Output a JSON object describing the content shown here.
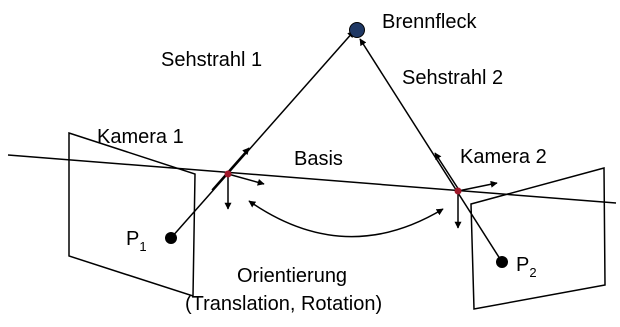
{
  "labels": {
    "brennfleck": "Brennfleck",
    "sehstrahl_1": "Sehstrahl 1",
    "sehstrahl_2": "Sehstrahl 2",
    "kamera_1": "Kamera 1",
    "kamera_2": "Kamera 2",
    "basis": "Basis",
    "p1_main": "P",
    "p1_sub": "1",
    "p2_main": "P",
    "p2_sub": "2",
    "orientierung": "Orientierung",
    "orientierung_detail": "(Translation, Rotation)"
  },
  "colors": {
    "line": "#000000",
    "focal_point": "#1f3864",
    "optical_center": "#a0182a"
  }
}
